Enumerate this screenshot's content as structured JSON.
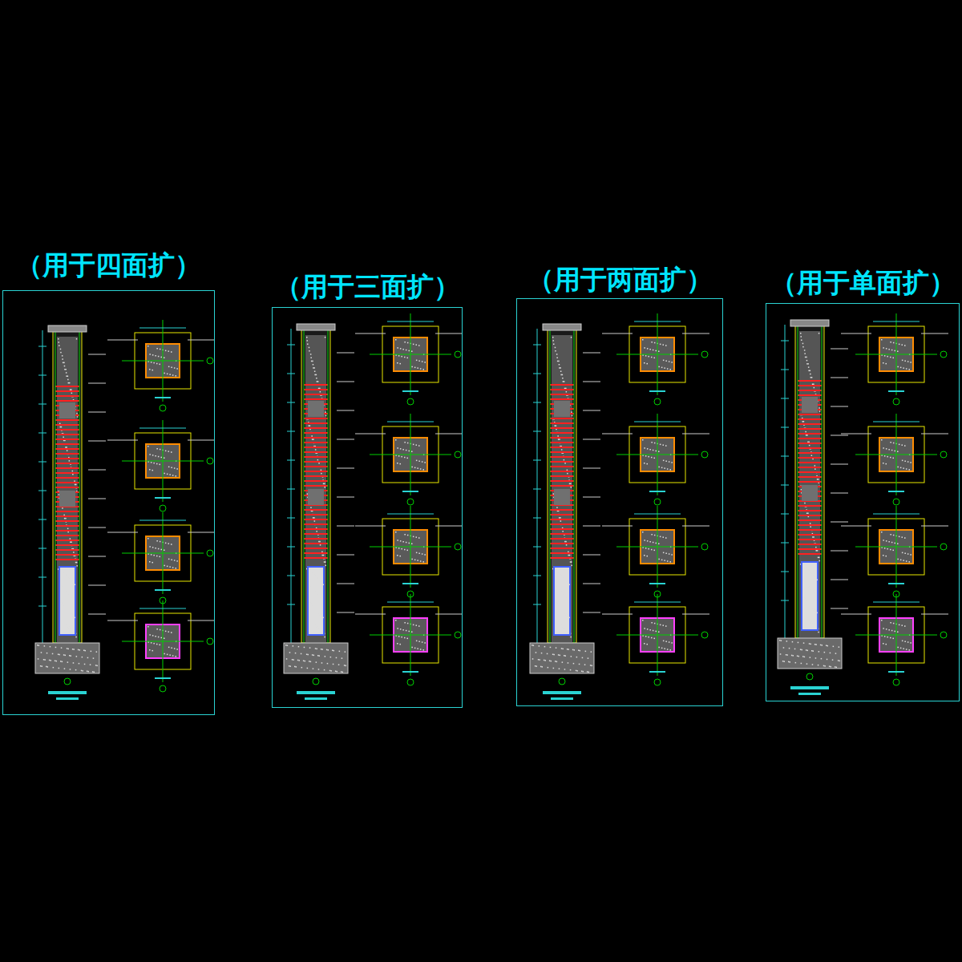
{
  "diagram": {
    "nodes": [
      {
        "text": [
          "（用于四面扩）"
        ]
      },
      {
        "text": [
          "（用于三面扩）"
        ]
      },
      {
        "text": [
          "（用于两面扩）"
        ]
      },
      {
        "text": [
          "（用于单面扩）"
        ]
      }
    ]
  }
}
